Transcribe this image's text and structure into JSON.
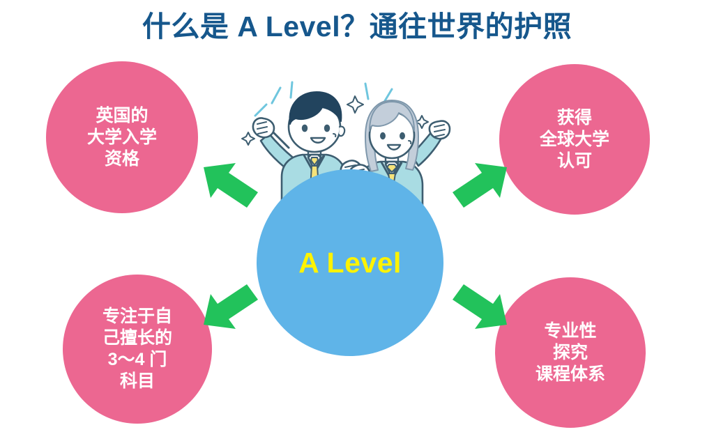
{
  "title": "什么是 A Level？通往世界的护照",
  "colors": {
    "title_navy": "#16578C",
    "pink": "#EC6791",
    "hub_blue": "#5FB4E8",
    "arrow_green": "#22C25B",
    "hub_text_yellow": "#FFF300",
    "pill_text": "#FFFFFF",
    "background": "#FFFFFF",
    "uniform_teal": "#A9DCE3",
    "hair_navy": "#22445E",
    "hair_grey": "#C3CEDA",
    "tie_yellow": "#F5E27A",
    "outline": "#2E4A5E",
    "sparkle_blue": "#6FC6DE"
  },
  "hub": {
    "label": "A Level"
  },
  "nodes": [
    {
      "id": "top-left",
      "position": "top-left",
      "lines": [
        "英国的",
        "大学入学",
        "资格"
      ]
    },
    {
      "id": "top-right",
      "position": "top-right",
      "lines": [
        "获得",
        "全球大学",
        "认可"
      ]
    },
    {
      "id": "bottom-left",
      "position": "bottom-left",
      "lines": [
        "专注于自",
        "己擅长的",
        "3〜4 门",
        "科目"
      ]
    },
    {
      "id": "bottom-right",
      "position": "bottom-right",
      "lines": [
        "专业性",
        "探究",
        "课程体系"
      ]
    }
  ],
  "arrows": [
    {
      "id": "arrow-top-left",
      "direction": "northwest"
    },
    {
      "id": "arrow-top-right",
      "direction": "northeast"
    },
    {
      "id": "arrow-bottom-left",
      "direction": "southwest"
    },
    {
      "id": "arrow-bottom-right",
      "direction": "southeast"
    }
  ],
  "illustration": {
    "name": "two-cheering-students",
    "description": "两名穿校服的学生举拳欢呼",
    "figures": [
      "male-student",
      "female-student"
    ],
    "decorations": [
      "sparkles",
      "motion-lines"
    ]
  }
}
